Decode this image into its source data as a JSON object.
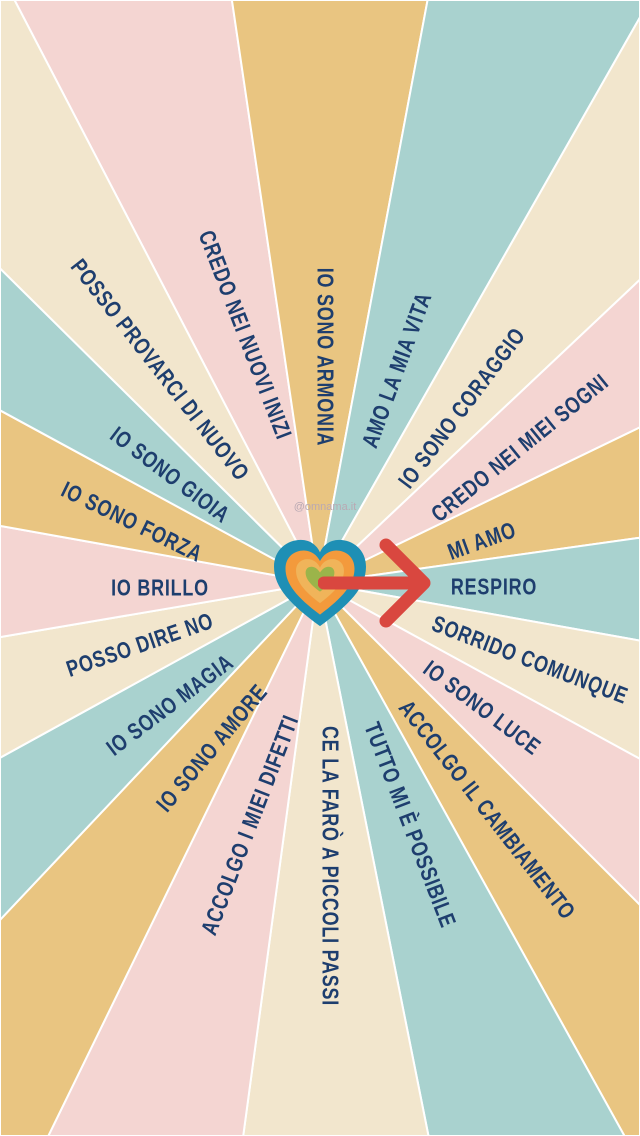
{
  "watermark": "@omnama.it",
  "colors": {
    "cream": "#f2e6cd",
    "pink": "#f4d5d2",
    "teal": "#a9d2cf",
    "mustard": "#e9c581",
    "text": "#1e3e6e",
    "arrow": "#d9473f"
  },
  "affirmations": [
    "CREDO NEI NUOVI INIZI",
    "IO SONO ARMONIA",
    "AMO LA MIA VITA",
    "IO SONO CORAGGIO",
    "CREDO NEI MIEI SOGNI",
    "MI AMO",
    "RESPIRO",
    "SORRIDO COMUNQUE",
    "IO SONO LUCE",
    "ACCOLGO IL CAMBIAMENTO",
    "TUTTO MI È POSSIBILE",
    "CE LA FARÒ A PICCOLI PASSI",
    "ACCOLGO I MIEI DIFETTI",
    "IO SONO AMORE",
    "IO SONO MAGIA",
    "POSSO DIRE NO",
    "IO BRILLO",
    "IO SONO FORZA",
    "IO SONO GIOIA",
    "POSSO PROVARCI DI NUOVO"
  ]
}
